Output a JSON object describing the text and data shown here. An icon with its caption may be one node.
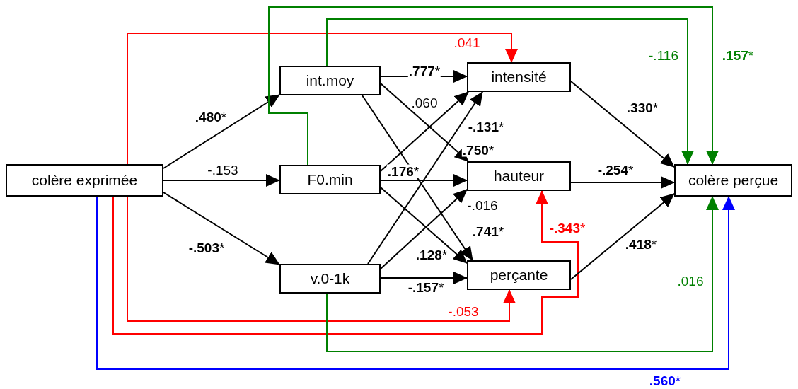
{
  "diagram": {
    "nodes": [
      {
        "text": [
          "colère exprimée"
        ]
      },
      {
        "text": [
          "int.moy"
        ]
      },
      {
        "text": [
          "F0.min"
        ]
      },
      {
        "text": [
          "v.0-1k"
        ]
      },
      {
        "text": [
          "intensité"
        ]
      },
      {
        "text": [
          "hauteur"
        ]
      },
      {
        "text": [
          "perçante"
        ]
      },
      {
        "text": [
          "colère perçue"
        ]
      }
    ],
    "edges": [
      {
        "from": 0,
        "to": 1,
        "arrow": "to",
        "label": "**.480***"
      },
      {
        "from": 0,
        "to": 2,
        "arrow": "to",
        "label": "-.153"
      },
      {
        "from": 0,
        "to": 3,
        "arrow": "to",
        "label": "**-.503***"
      },
      {
        "from": 0,
        "to": 4,
        "arrow": "to",
        "label": ".041",
        "color": "#ff0000"
      },
      {
        "from": 0,
        "to": 5,
        "arrow": "to",
        "label": "**-.343***",
        "color": "#ff0000"
      },
      {
        "from": 0,
        "to": 6,
        "arrow": "to",
        "label": "-.053",
        "color": "#ff0000"
      },
      {
        "from": 0,
        "to": 7,
        "arrow": "to",
        "label": "**.560***",
        "color": "#0000ff"
      },
      {
        "from": 1,
        "to": 4,
        "arrow": "to",
        "label": "**.777***"
      },
      {
        "from": 1,
        "to": 5,
        "arrow": "to",
        "label": "**.750***"
      },
      {
        "from": 1,
        "to": 6,
        "arrow": "to",
        "label": "**.741***"
      },
      {
        "from": 1,
        "to": 7,
        "arrow": "to",
        "label": "-.116",
        "color": "#008000"
      },
      {
        "from": 2,
        "to": 4,
        "arrow": "to",
        "label": ".060"
      },
      {
        "from": 2,
        "to": 5,
        "arrow": "to",
        "label": "**.176***"
      },
      {
        "from": 2,
        "to": 6,
        "arrow": "to",
        "label": "**.128***"
      },
      {
        "from": 2,
        "to": 7,
        "arrow": "to",
        "label": "**.157***",
        "color": "#008000"
      },
      {
        "from": 3,
        "to": 4,
        "arrow": "to",
        "label": "**-.131***"
      },
      {
        "from": 3,
        "to": 5,
        "arrow": "to",
        "label": "-.016"
      },
      {
        "from": 3,
        "to": 6,
        "arrow": "to",
        "label": "**-.157***"
      },
      {
        "from": 3,
        "to": 7,
        "arrow": "to",
        "label": ".016",
        "color": "#008000"
      },
      {
        "from": 4,
        "to": 7,
        "arrow": "to",
        "label": "**.330***"
      },
      {
        "from": 5,
        "to": 7,
        "arrow": "to",
        "label": "**-.254***"
      },
      {
        "from": 6,
        "to": 7,
        "arrow": "to",
        "label": "**.418***"
      }
    ]
  }
}
